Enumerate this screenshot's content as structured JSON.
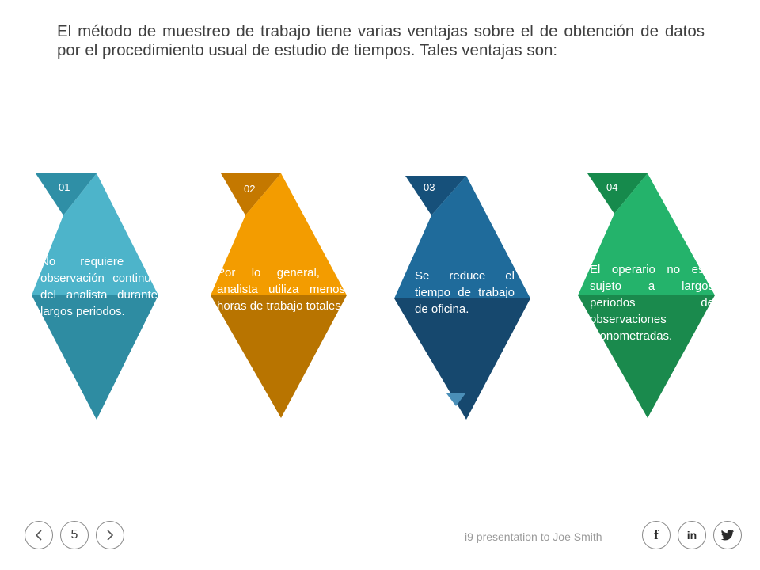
{
  "heading": "El método de muestreo de trabajo tiene varias ventajas sobre el de obtención de datos por el procedimiento usual de estudio de tiempos. Tales ventajas son:",
  "items": [
    {
      "number": "01",
      "text": "No requiere la observación continua del analista durante largos periodos.",
      "color": "#4bb3c9"
    },
    {
      "number": "02",
      "text": "Por lo general, el analista utiliza menos horas de trabajo totales.",
      "color": "#f29c00"
    },
    {
      "number": "03",
      "text": "Se reduce el tiempo de trabajo de oficina.",
      "color": "#1f6b9a"
    },
    {
      "number": "04",
      "text": "El operario no está sujeto a largos periodos de observaciones cronometradas.",
      "color": "#22b46a"
    }
  ],
  "footer": {
    "page_number": "5",
    "credit": "i9 presentation to Joe Smith",
    "social": [
      {
        "icon": "facebook-icon",
        "label": "f"
      },
      {
        "icon": "linkedin-icon",
        "label": "in"
      },
      {
        "icon": "twitter-icon",
        "label": ""
      }
    ]
  }
}
